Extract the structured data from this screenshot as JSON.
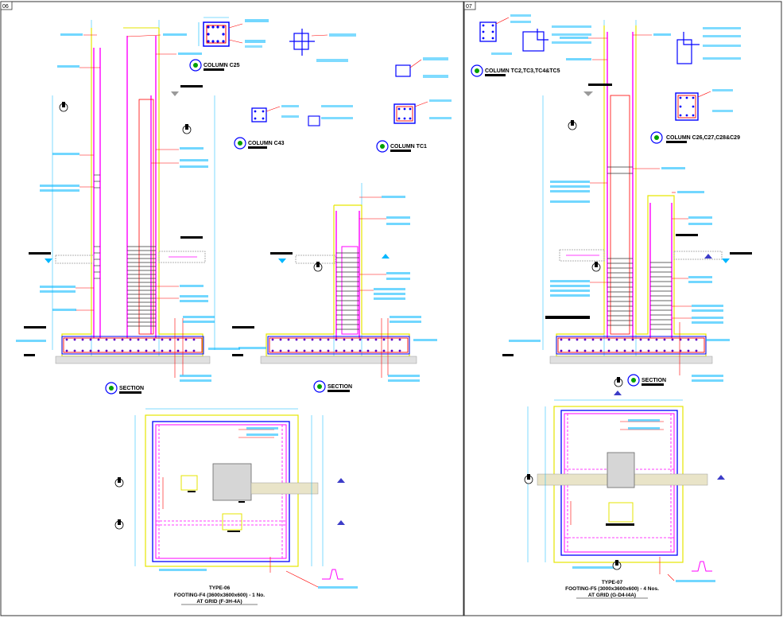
{
  "sheets": [
    {
      "id": "06"
    },
    {
      "id": "07"
    }
  ],
  "left": {
    "column_c25": {
      "title": "COLUMN C25"
    },
    "column_c43": {
      "title": "COLUMN C43"
    },
    "column_tc1": {
      "title": "COLUMN TC1"
    },
    "section_a": {
      "title": "SECTION"
    },
    "section_b": {
      "title": "SECTION"
    },
    "footing": {
      "type": "TYPE-06",
      "line1": "FOOTING-F4 (3600x3600x600) - 1 No.",
      "line2": "AT GRID (F-3H-4A)"
    }
  },
  "right": {
    "column_tc2": {
      "title": "COLUMN TC2,TC3,TC4&TC5"
    },
    "column_c26": {
      "title": "COLUMN C26,C27,C28&C29"
    },
    "section": {
      "title": "SECTION"
    },
    "footing": {
      "type": "TYPE-07",
      "line1": "FOOTING-F5 (3000x3600x600) - 4 Nos.",
      "line2": "AT GRID (G-D4-I4A)"
    }
  },
  "colors": {
    "yellow": "#e6e600",
    "magenta": "#ff00ff",
    "red": "#ff0000",
    "cyan": "#00b7ff",
    "blue": "#0000ff",
    "green": "#00a000",
    "grey": "#9a9a9a"
  }
}
